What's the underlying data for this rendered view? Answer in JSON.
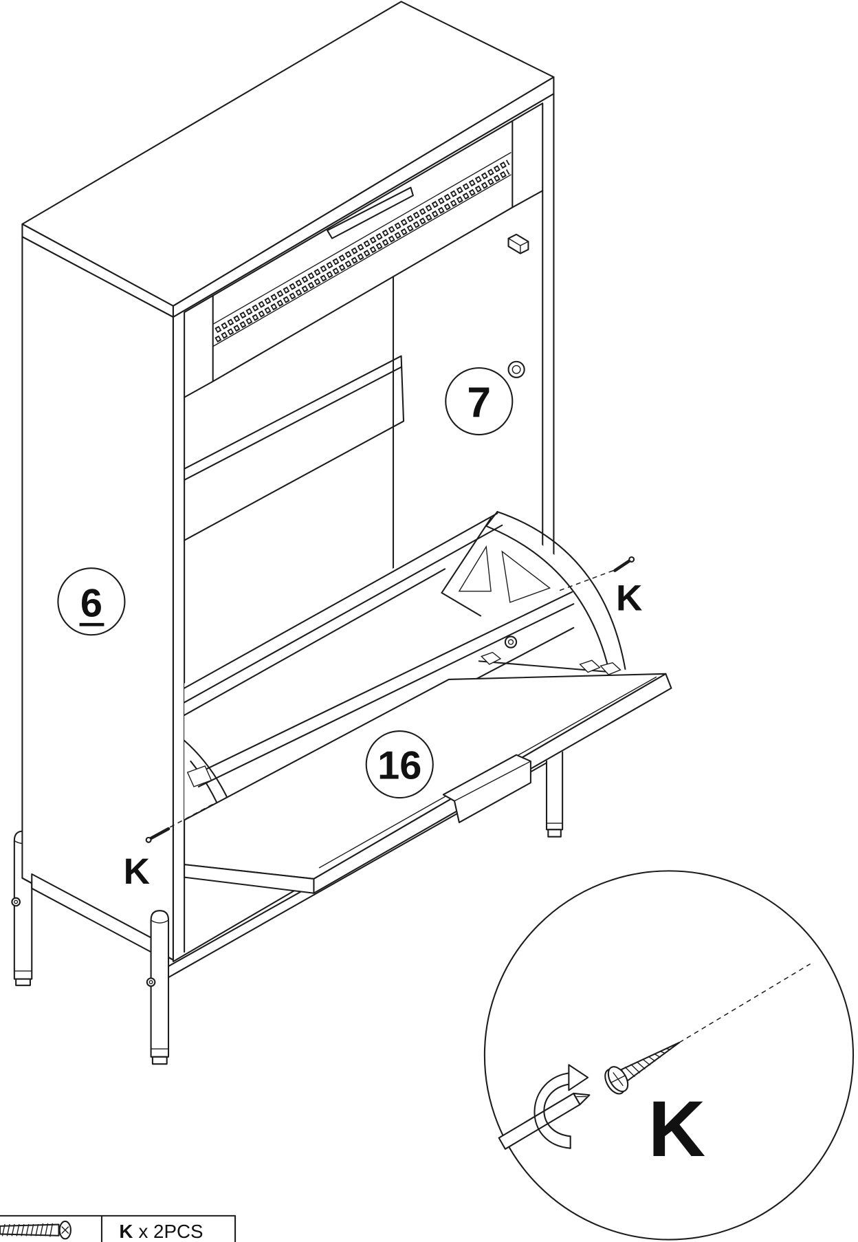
{
  "part_labels": {
    "left_panel": "6",
    "upper_right": "7",
    "flap": "16"
  },
  "screw_labels": {
    "right": "K",
    "left": "K",
    "detail": "K"
  },
  "legend": {
    "code": "K",
    "quantity": "x 2PCS"
  }
}
